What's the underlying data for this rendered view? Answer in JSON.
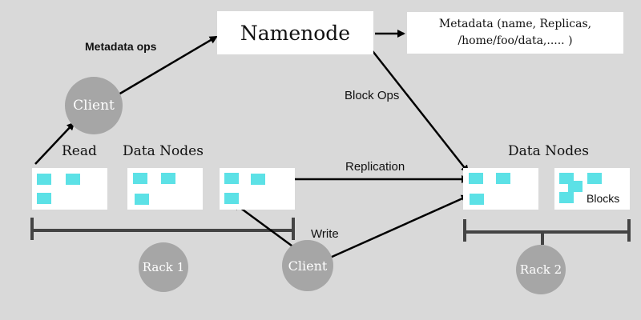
{
  "namenode": {
    "label": "Namenode"
  },
  "metadata": {
    "line1": "Metadata (name, Replicas,",
    "line2": "/home/foo/data,..... )"
  },
  "labels": {
    "metadata_ops": "Metadata ops",
    "block_ops": "Block Ops",
    "read": "Read",
    "data_nodes_left": "Data Nodes",
    "data_nodes_right": "Data Nodes",
    "replication": "Replication",
    "write": "Write",
    "blocks": "Blocks"
  },
  "clients": {
    "top": "Client",
    "bottom": "Client"
  },
  "racks": {
    "rack1": "Rack 1",
    "rack2": "Rack 2"
  },
  "colors": {
    "background": "#d9d9d9",
    "block": "#5ce1e6",
    "circle": "#a6a6a6",
    "line": "#444444"
  }
}
